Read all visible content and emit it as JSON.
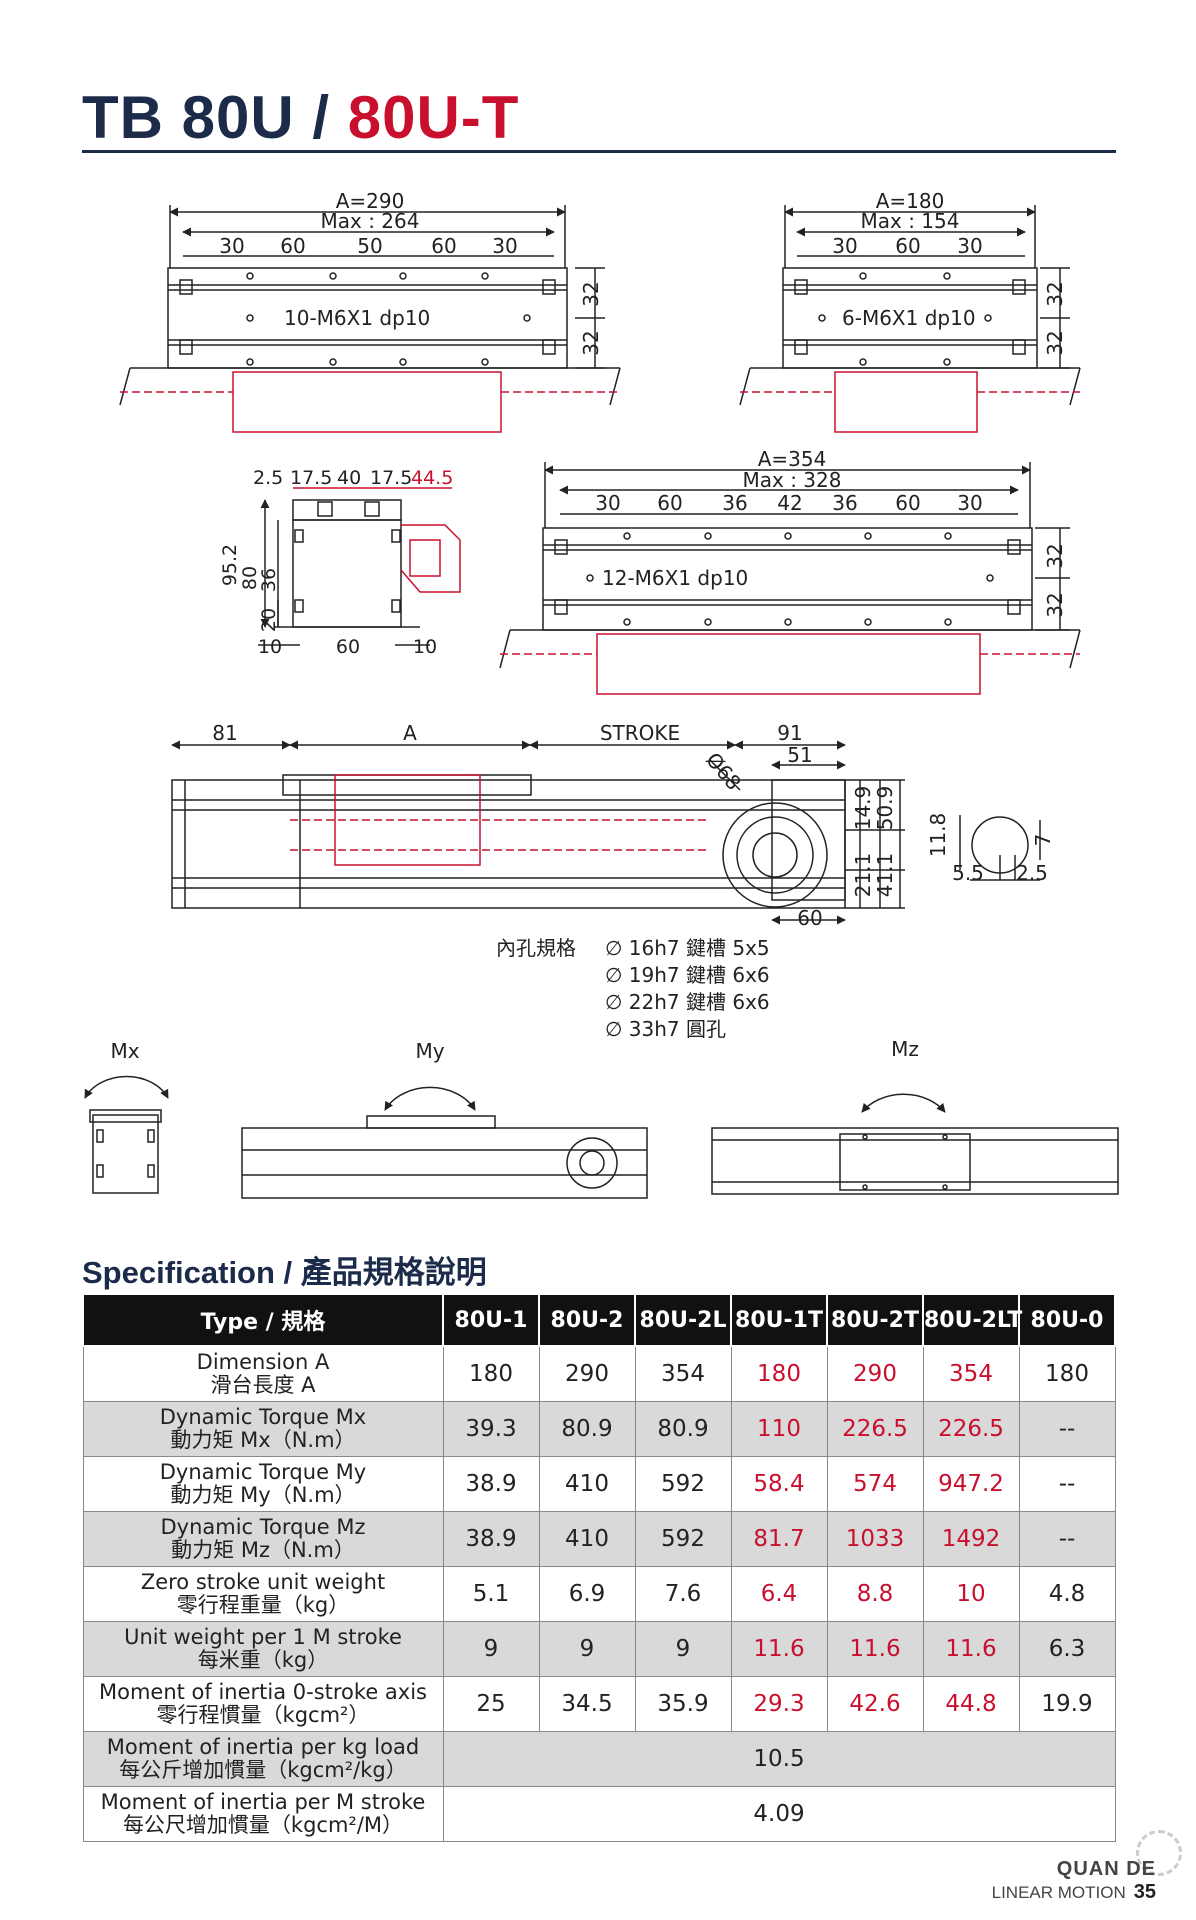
{
  "header": {
    "title_main": "TB 80U",
    "title_sep": " / ",
    "title_variant": "80U-T"
  },
  "drawings": {
    "view_a290": {
      "a_label": "A=290",
      "max_label": "Max : 264",
      "spacings": [
        "30",
        "60",
        "50",
        "60",
        "30"
      ],
      "hole_label": "10-M6X1 dp10",
      "h1": "32",
      "h2": "32"
    },
    "view_a180": {
      "a_label": "A=180",
      "max_label": "Max : 154",
      "spacings": [
        "30",
        "60",
        "30"
      ],
      "hole_label": "6-M6X1 dp10",
      "h1": "32",
      "h2": "32"
    },
    "section": {
      "top_dims": [
        "2.5",
        "17.5",
        "40",
        "17.5"
      ],
      "top_red": "44.5",
      "vert_dims": [
        "95.2",
        "80",
        "36",
        "20"
      ],
      "bottom_dims": [
        "10",
        "60",
        "10"
      ]
    },
    "view_a354": {
      "a_label": "A=354",
      "max_label": "Max : 328",
      "spacings": [
        "30",
        "60",
        "36",
        "42",
        "36",
        "60",
        "30"
      ],
      "hole_label": "12-M6X1 dp10",
      "h1": "32",
      "h2": "32"
    },
    "side": {
      "d81": "81",
      "dA": "A",
      "stroke": "STROKE",
      "d91": "91",
      "d51": "51",
      "d68": "Ø68",
      "v149": "14.9",
      "v509": "50.9",
      "v211": "21.1",
      "v411": "41.1",
      "d60": "60"
    },
    "slot": {
      "h": "11.8",
      "w1": "5.5",
      "w2": "2.5",
      "d": "7"
    },
    "bore_title": "內孔規格",
    "bores": [
      "∅ 16h7 鍵槽 5x5",
      "∅ 19h7 鍵槽 6x6",
      "∅ 22h7 鍵槽 6x6",
      "∅ 33h7 圓孔"
    ],
    "moments": {
      "mx": "Mx",
      "my": "My",
      "mz": "Mz"
    }
  },
  "spec": {
    "heading": "Specification / 產品規格說明",
    "header_type": "Type / 規格",
    "columns": [
      "80U-1",
      "80U-2",
      "80U-2L",
      "80U-1T",
      "80U-2T",
      "80U-2LT",
      "80U-0"
    ],
    "rows": [
      {
        "en": "Dimension  A",
        "zh": "滑台長度 A",
        "values": [
          "180",
          "290",
          "354",
          "180",
          "290",
          "354",
          "180"
        ]
      },
      {
        "en": "Dynamic Torque Mx",
        "zh": "動力矩 Mx（N.m）",
        "values": [
          "39.3",
          "80.9",
          "80.9",
          "110",
          "226.5",
          "226.5",
          "--"
        ]
      },
      {
        "en": "Dynamic Torque My",
        "zh": "動力矩 My（N.m）",
        "values": [
          "38.9",
          "410",
          "592",
          "58.4",
          "574",
          "947.2",
          "--"
        ]
      },
      {
        "en": "Dynamic Torque Mz",
        "zh": "動力矩 Mz（N.m）",
        "values": [
          "38.9",
          "410",
          "592",
          "81.7",
          "1033",
          "1492",
          "--"
        ]
      },
      {
        "en": "Zero stroke unit weight",
        "zh": "零行程重量（kg）",
        "values": [
          "5.1",
          "6.9",
          "7.6",
          "6.4",
          "8.8",
          "10",
          "4.8"
        ]
      },
      {
        "en": "Unit weight per 1 M stroke",
        "zh": "每米重（kg）",
        "values": [
          "9",
          "9",
          "9",
          "11.6",
          "11.6",
          "11.6",
          "6.3"
        ]
      },
      {
        "en": "Moment of inertia 0-stroke axis",
        "zh": "零行程慣量（kgcm²）",
        "values": [
          "25",
          "34.5",
          "35.9",
          "29.3",
          "42.6",
          "44.8",
          "19.9"
        ]
      },
      {
        "en": "Moment of inertia per kg load",
        "zh": "每公斤增加慣量（kgcm²/kg）",
        "merged": "10.5"
      },
      {
        "en": "Moment of inertia per M stroke",
        "zh": "每公尺增加慣量（kgcm²/M）",
        "merged": "4.09"
      }
    ]
  },
  "footer": {
    "brand": "QUAN DE",
    "tagline": "LINEAR MOTION",
    "page": "35"
  }
}
